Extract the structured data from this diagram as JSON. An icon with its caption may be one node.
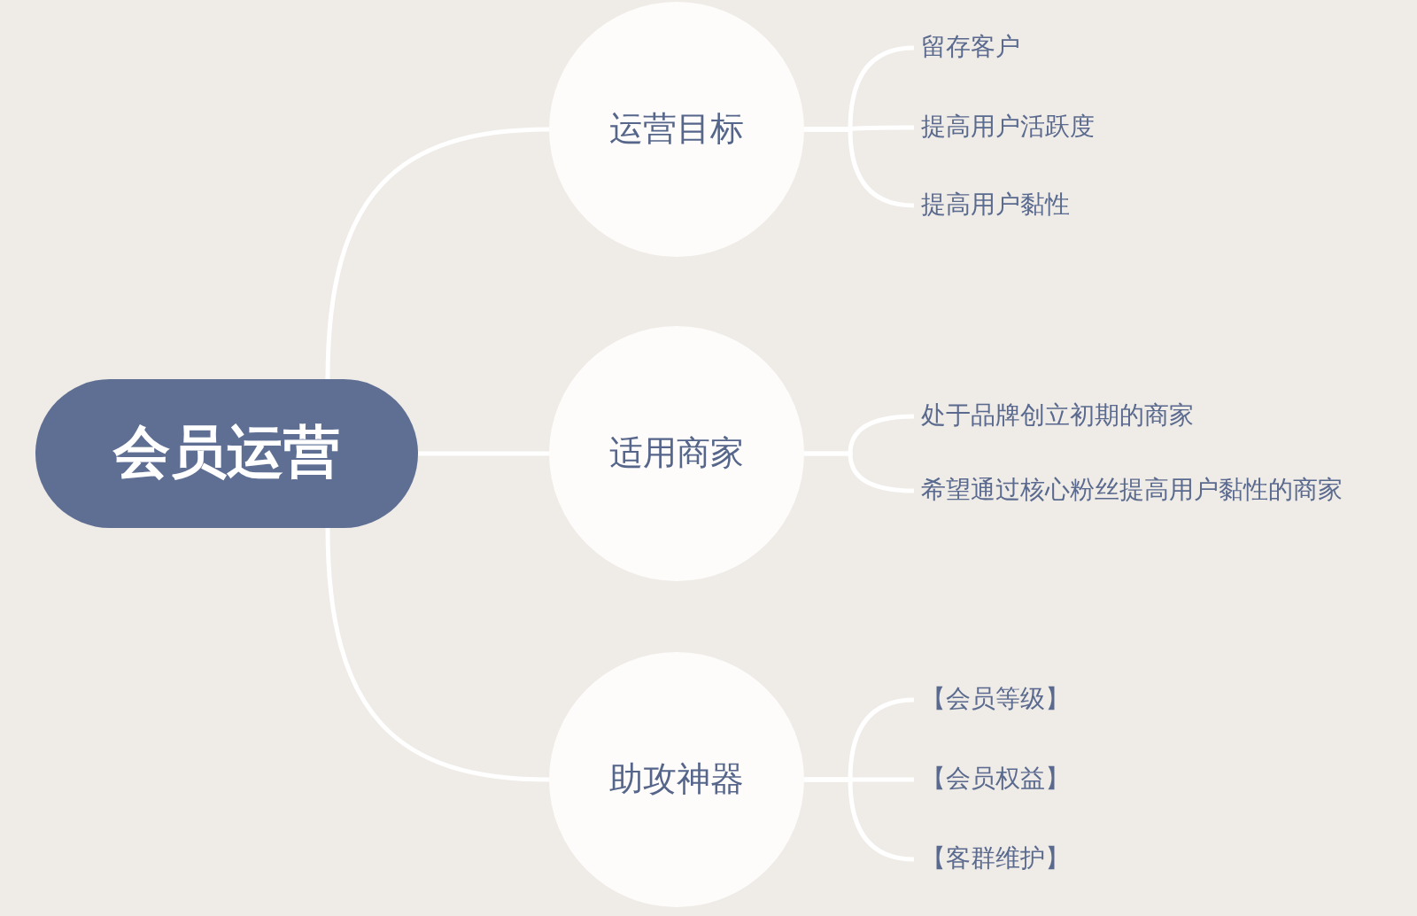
{
  "diagram": {
    "nodes": [
      {
        "text": [
          "会员运营"
        ]
      },
      {
        "text": [
          "运营目标"
        ]
      },
      {
        "text": [
          "适用商家"
        ]
      },
      {
        "text": [
          "助攻神器"
        ]
      },
      {
        "text": [
          "留存客户"
        ]
      },
      {
        "text": [
          "提高用户活跃度"
        ]
      },
      {
        "text": [
          "提高用户黏性"
        ]
      },
      {
        "text": [
          "处于品牌创立初期的商家"
        ]
      },
      {
        "text": [
          "希望通过核心粉丝提高用户黏性的商家"
        ]
      },
      {
        "text": [
          "【会员等级】"
        ]
      },
      {
        "text": [
          "【会员权益】"
        ]
      },
      {
        "text": [
          "【客群维护】"
        ]
      }
    ],
    "edges": [
      {
        "from": 0,
        "to": 1,
        "arrow": "none"
      },
      {
        "from": 0,
        "to": 2,
        "arrow": "none"
      },
      {
        "from": 0,
        "to": 3,
        "arrow": "none"
      },
      {
        "from": 1,
        "to": 4,
        "arrow": "none"
      },
      {
        "from": 1,
        "to": 5,
        "arrow": "none"
      },
      {
        "from": 1,
        "to": 6,
        "arrow": "none"
      },
      {
        "from": 2,
        "to": 7,
        "arrow": "none"
      },
      {
        "from": 2,
        "to": 8,
        "arrow": "none"
      },
      {
        "from": 3,
        "to": 9,
        "arrow": "none"
      },
      {
        "from": 3,
        "to": 10,
        "arrow": "none"
      },
      {
        "from": 3,
        "to": 11,
        "arrow": "none"
      }
    ]
  }
}
